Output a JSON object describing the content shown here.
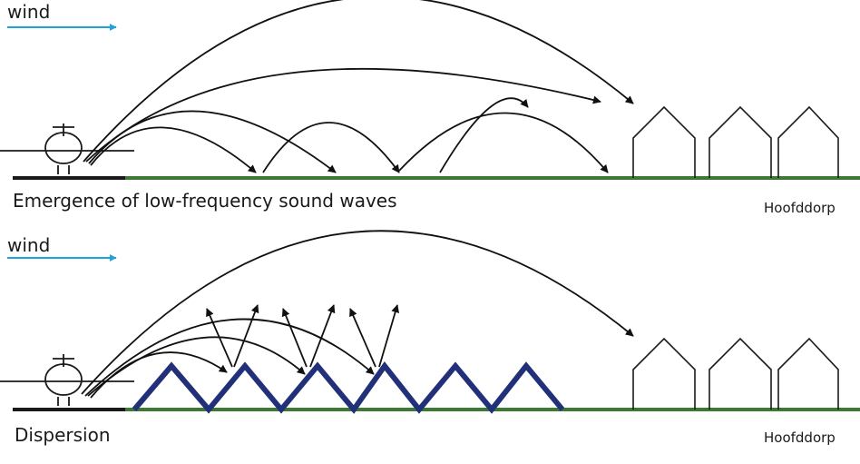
{
  "panels": [
    {
      "wind_label": "wind",
      "caption": "Emergence of low-frequency sound waves",
      "place_label": "Hoofddorp"
    },
    {
      "wind_label": "wind",
      "caption": "Dispersion",
      "place_label": "Hoofddorp"
    }
  ],
  "colors": {
    "wind_arrow": "#1fa3dc",
    "ground": "#3c7a34",
    "runway": "#1a1a1a",
    "barrier": "#22307a",
    "arrows": "#111111"
  },
  "icons": [
    "aircraft-icon",
    "house-icon"
  ]
}
